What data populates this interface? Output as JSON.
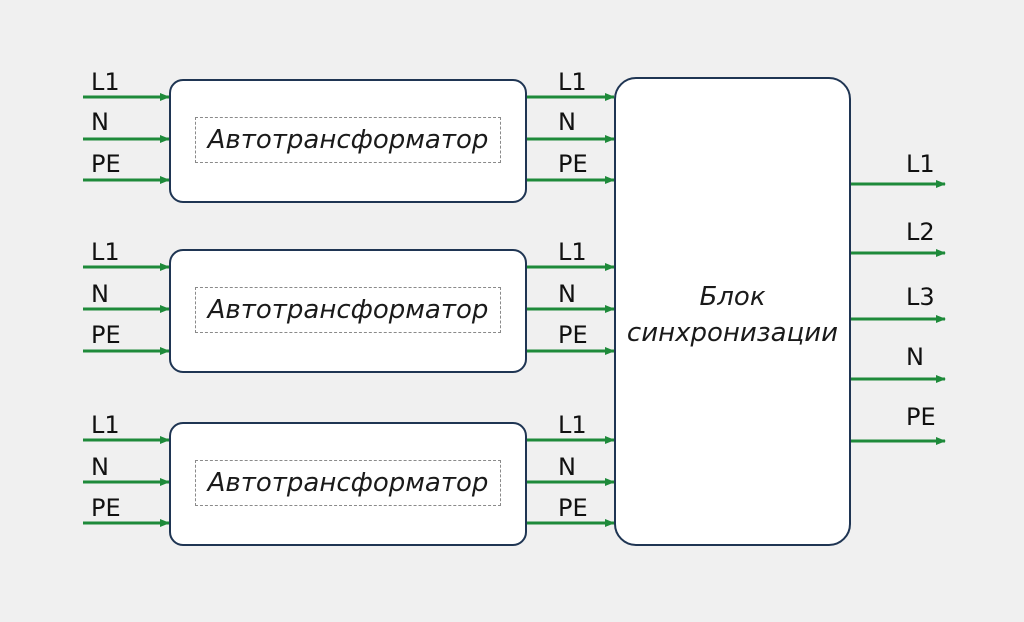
{
  "autotransformer_label": "Автотрансформатор",
  "sync_block": {
    "line1": "Блок",
    "line2": "синхронизации"
  },
  "input_signals": [
    "L1",
    "N",
    "PE"
  ],
  "output_signals": [
    "L1",
    "L2",
    "L3",
    "N",
    "PE"
  ],
  "colors": {
    "background": "#f0f0f0",
    "box_border": "#1f3553",
    "box_fill": "#ffffff",
    "wire": "#1e8a3a",
    "dashed_border": "#8a8a8a"
  }
}
